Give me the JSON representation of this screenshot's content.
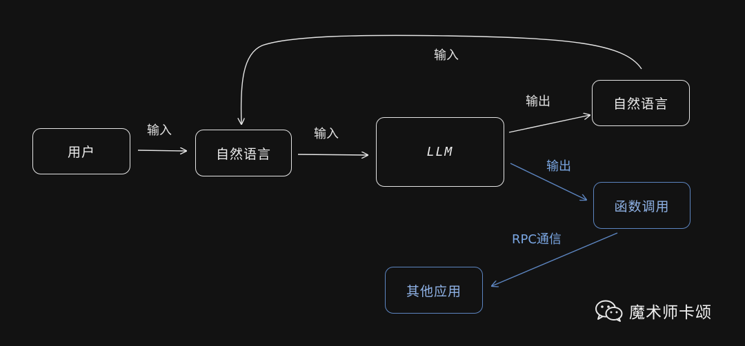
{
  "nodes": {
    "user": "用户",
    "natural_language_input": "自然语言",
    "llm": "LLM",
    "natural_language_output": "自然语言",
    "function_call": "函数调用",
    "other_apps": "其他应用"
  },
  "edges": {
    "user_to_nl": "输入",
    "nl_to_llm": "输入",
    "feedback": "输入",
    "llm_to_nl_out": "输出",
    "llm_to_function": "输出",
    "function_to_apps": "RPC通信"
  },
  "watermark": {
    "icon": "wechat-icon",
    "account_name": "魔术师卡颂"
  },
  "colors": {
    "background": "#121212",
    "stroke": "#e6e6e6",
    "accent_blue": "#5d86c2"
  }
}
